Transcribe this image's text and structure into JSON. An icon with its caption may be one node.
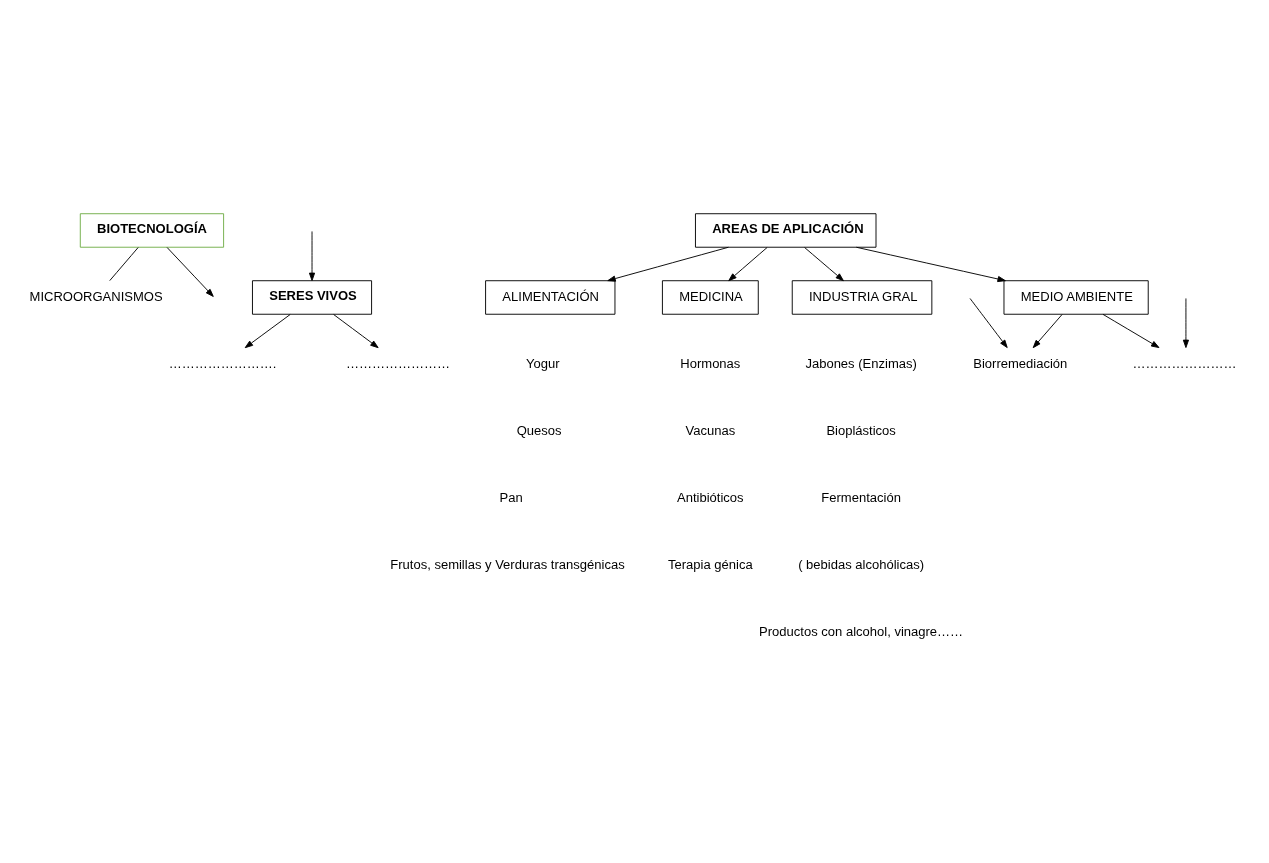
{
  "diagram": {
    "nodes": [
      {
        "text": [
          "BIOTECNOLOGÍA"
        ]
      },
      {
        "text": [
          "MICROORGANISMOS"
        ]
      },
      {
        "text": [
          "SERES VIVOS"
        ]
      },
      {
        "text": [
          "……………………."
        ]
      },
      {
        "text": [
          "……………………"
        ]
      },
      {
        "text": [
          "AREAS DE APLICACIÓN"
        ]
      },
      {
        "text": [
          "ALIMENTACIÓN"
        ]
      },
      {
        "text": [
          "MEDICINA"
        ]
      },
      {
        "text": [
          "INDUSTRIA GRAL"
        ]
      },
      {
        "text": [
          "MEDIO AMBIENTE"
        ]
      },
      {
        "text": [
          "Biorremediación"
        ]
      },
      {
        "text": [
          "……………………"
        ]
      }
    ],
    "edges": [
      {
        "from": 0,
        "to": 1,
        "arrow": "none"
      },
      {
        "from": 0,
        "to": null,
        "arrow": "to"
      },
      {
        "from": null,
        "to": 2,
        "arrow": "to"
      },
      {
        "from": 2,
        "to": 3,
        "arrow": "to"
      },
      {
        "from": 2,
        "to": 4,
        "arrow": "to"
      },
      {
        "from": 5,
        "to": 6,
        "arrow": "to"
      },
      {
        "from": 5,
        "to": 7,
        "arrow": "to"
      },
      {
        "from": 5,
        "to": 8,
        "arrow": "to"
      },
      {
        "from": 5,
        "to": 9,
        "arrow": "to"
      },
      {
        "from": 9,
        "to": 10,
        "arrow": "to"
      },
      {
        "from": 9,
        "to": 11,
        "arrow": "to"
      },
      {
        "from": null,
        "to": 10,
        "arrow": "to"
      },
      {
        "from": null,
        "to": 11,
        "arrow": "to"
      }
    ],
    "labels": [
      "Yogur",
      "Hormonas",
      "Jabones (Enzimas)",
      "Quesos",
      "Vacunas",
      "Bioplásticos",
      "Pan",
      "Antibióticos",
      "Fermentación",
      "Frutos, semillas y Verduras transgénicas",
      "Terapia génica",
      "( bebidas alcohólicas)",
      "Productos con alcohol, vinagre……"
    ]
  }
}
